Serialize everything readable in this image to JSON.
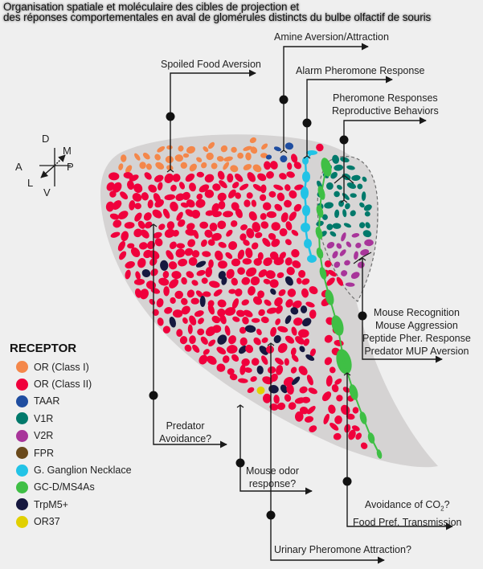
{
  "title": {
    "line1": "Organisation spatiale et moléculaire des cibles de projection et",
    "line2": "des réponses comportementales en aval de glomérules distincts du bulbe olfactif de souris"
  },
  "orientation": {
    "dorsal": "D",
    "ventral": "V",
    "anterior": "A",
    "posterior": "P",
    "medial": "M",
    "lateral": "L"
  },
  "colors": {
    "background": "#efefef",
    "bulb": "#d5d3d3",
    "or_class1": "#f4874a",
    "or_class2": "#f0003c",
    "taar": "#1f4da0",
    "v1r": "#00796b",
    "v2r": "#a8359a",
    "fpr": "#6a4a1c",
    "ganglion": "#22c3e6",
    "gcd": "#3fbf45",
    "trpm5": "#16183f",
    "or37": "#e1d000",
    "line": "#1a1a1a"
  },
  "outputs": [
    {
      "id": "spoiled",
      "label": "Spoiled Food Aversion"
    },
    {
      "id": "amine",
      "label": "Amine Aversion/Attraction"
    },
    {
      "id": "alarm",
      "label": "Alarm Pheromone Response"
    },
    {
      "id": "pheromone",
      "lines": [
        "Pheromone Responses",
        "Reproductive Behaviors"
      ]
    },
    {
      "id": "mouse",
      "lines": [
        "Mouse Recognition",
        "Mouse Aggression",
        "Peptide Pher. Response",
        "Predator MUP Aversion"
      ]
    },
    {
      "id": "predator",
      "lines": [
        "Predator",
        "Avoidance?"
      ]
    },
    {
      "id": "odor",
      "lines": [
        "Mouse odor",
        "response?"
      ]
    },
    {
      "id": "co2",
      "line1_main": "Avoidance of CO",
      "line1_sub": "2",
      "line1_end": "?",
      "line2": "Food Pref. Transmission"
    },
    {
      "id": "urinary",
      "label": "Urinary Pheromone Attraction?"
    }
  ],
  "legend": {
    "title": "RECEPTOR",
    "items": [
      {
        "label": "OR (Class I)",
        "color": "#f4874a"
      },
      {
        "label": "OR (Class II)",
        "color": "#f0003c"
      },
      {
        "label": "TAAR",
        "color": "#1f4da0"
      },
      {
        "label": "V1R",
        "color": "#00796b"
      },
      {
        "label": "V2R",
        "color": "#a8359a"
      },
      {
        "label": "FPR",
        "color": "#6a4a1c"
      },
      {
        "label": "G. Ganglion Necklace",
        "color": "#22c3e6"
      },
      {
        "label": "GC-D/MS4As",
        "color": "#3fbf45"
      },
      {
        "label": "TrpM5+",
        "color": "#16183f"
      },
      {
        "label": "OR37",
        "color": "#e1d000"
      }
    ]
  }
}
